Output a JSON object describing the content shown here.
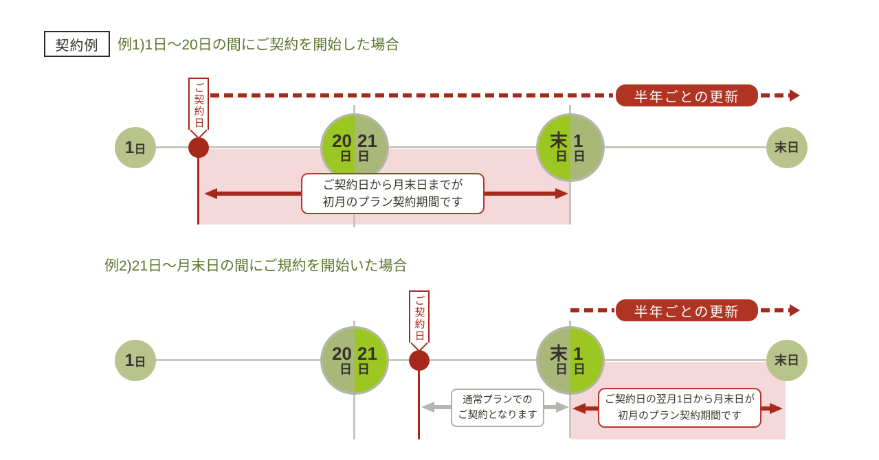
{
  "colors": {
    "red": "#a52a1b",
    "badge_red": "#b03423",
    "box_red": "#b3372a",
    "pink": "#f5d9da",
    "bright_green": "#9cc722",
    "sage_green": "#a9b878",
    "light_sage": "#b9c38c",
    "line_gray": "#c7c6be",
    "arrow_gray": "#b7b6ae",
    "title_green": "#5c752e",
    "text_dark": "#3b372e"
  },
  "header": {
    "tag": "契約例",
    "example1_title": "例1)1日〜20日の間にご契約を開始した場合",
    "example2_title": "例2)21日〜月末日の間にご規約を開始いた場合"
  },
  "labels": {
    "flag": "ご契約日",
    "badge": "半年ごとの更新"
  },
  "ex1": {
    "day1": {
      "num": "1",
      "unit": "日"
    },
    "c2021": {
      "left_num": "20",
      "left_unit": "日",
      "right_num": "21",
      "right_unit": "日"
    },
    "clast": {
      "left_num": "末",
      "left_unit": "日",
      "right_num": "1",
      "right_unit": "日"
    },
    "lastday": "末日",
    "note": {
      "line1": "ご契約日から月末日までが",
      "line2": "初月のプラン契約期間です"
    }
  },
  "ex2": {
    "day1": {
      "num": "1",
      "unit": "日"
    },
    "c2021": {
      "left_num": "20",
      "left_unit": "日",
      "right_num": "21",
      "right_unit": "日"
    },
    "clast": {
      "left_num": "末",
      "left_unit": "日",
      "right_num": "1",
      "right_unit": "日"
    },
    "lastday": "末日",
    "gray_note": {
      "line1": "通常プランでの",
      "line2": "ご契約となります"
    },
    "red_note": {
      "line1": "ご契約日の翌月1日から月末日が",
      "line2": "初月のプラン契約期間です"
    }
  }
}
